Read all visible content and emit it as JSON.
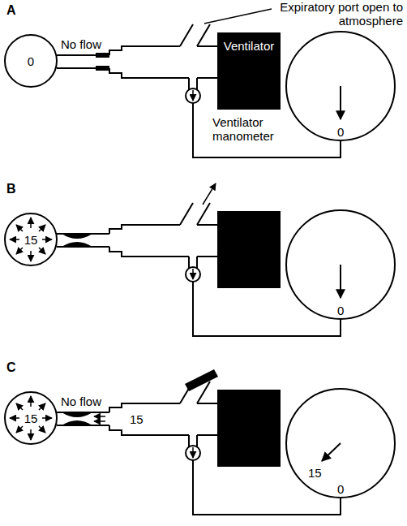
{
  "diagram": {
    "nodes": [
      {
        "text": [
          "0"
        ]
      },
      {
        "text": [
          "Ventilator"
        ]
      },
      {
        "text": [
          "0"
        ]
      },
      {
        "text": [
          "15"
        ]
      },
      {
        "text": [
          "0"
        ]
      },
      {
        "text": [
          "15"
        ]
      },
      {
        "text": [
          "15",
          "0"
        ]
      }
    ],
    "labels": [
      "A",
      "Expiratory port open to atmosphere",
      "No flow",
      "Ventilator manometer",
      "B",
      "C",
      "No flow",
      "15"
    ]
  }
}
